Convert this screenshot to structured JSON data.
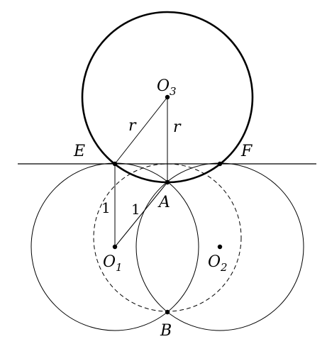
{
  "points": {
    "O3": {
      "main": "O",
      "sub": "3"
    },
    "O1": {
      "main": "O",
      "sub": "1"
    },
    "O2": {
      "main": "O",
      "sub": "2"
    },
    "E": "E",
    "F": "F",
    "A": "A",
    "B": "B"
  },
  "segment_labels": {
    "r_left": "r",
    "r_right": "r",
    "one_vertical": "1",
    "one_diagonal": "1"
  },
  "colors": {
    "stroke": "#000000",
    "background": "#ffffff"
  }
}
